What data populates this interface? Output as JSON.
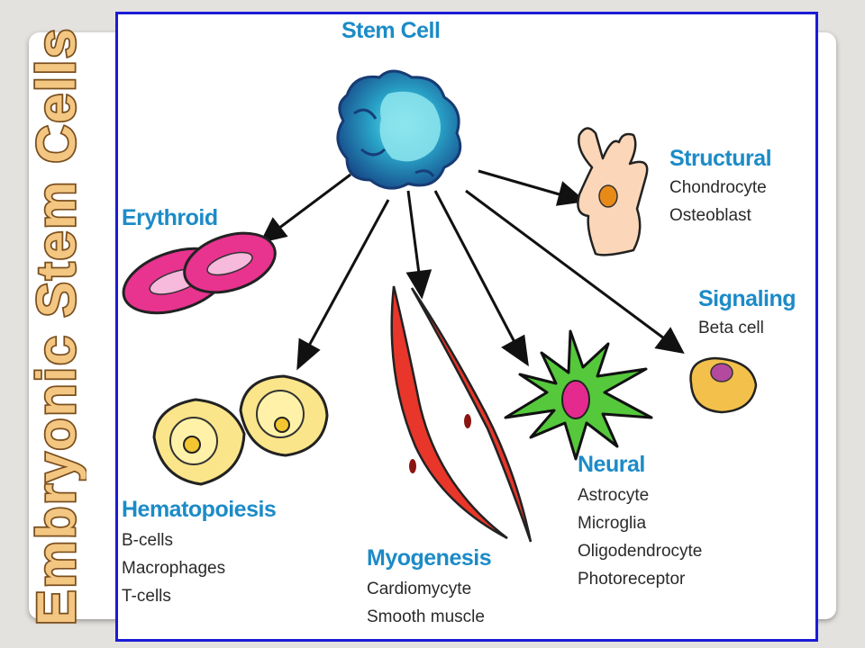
{
  "side_title": "Embryonic Stem Cells",
  "diagram": {
    "root": {
      "label": "Stem Cell"
    },
    "branches": [
      {
        "id": "erythroid",
        "heading": "Erythroid",
        "items": []
      },
      {
        "id": "hematopoiesis",
        "heading": "Hematopoiesis",
        "items": [
          "B-cells",
          "Macrophages",
          "T-cells"
        ]
      },
      {
        "id": "myogenesis",
        "heading": "Myogenesis",
        "items": [
          "Cardiomycyte",
          "Smooth muscle"
        ]
      },
      {
        "id": "neural",
        "heading": "Neural",
        "items": [
          "Astrocyte",
          "Microglia",
          "Oligodendrocyte",
          "Photoreceptor"
        ]
      },
      {
        "id": "signaling",
        "heading": "Signaling",
        "items": [
          "Beta cell"
        ]
      },
      {
        "id": "structural",
        "heading": "Structural",
        "items": [
          "Chondrocyte",
          "Osteoblast"
        ]
      }
    ]
  },
  "colors": {
    "heading": "#1c8bc7",
    "frame_border": "#1b1bd6",
    "title_fill": "#f3c682",
    "title_stroke": "#7a4f1e"
  }
}
